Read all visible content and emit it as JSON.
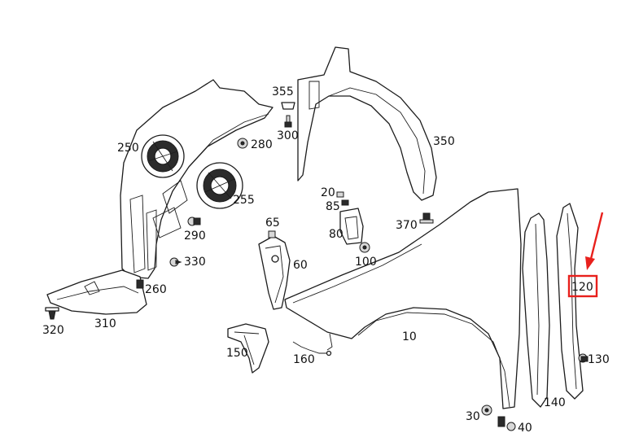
{
  "colors": {
    "highlight": "#e8201c",
    "line": "#1c1c1c"
  },
  "callouts": [
    {
      "id": "p10",
      "text": "10"
    },
    {
      "id": "p20",
      "text": "20"
    },
    {
      "id": "p30",
      "text": "30"
    },
    {
      "id": "p40",
      "text": "40"
    },
    {
      "id": "p60",
      "text": "60"
    },
    {
      "id": "p65",
      "text": "65"
    },
    {
      "id": "p80",
      "text": "80"
    },
    {
      "id": "p85",
      "text": "85"
    },
    {
      "id": "p100",
      "text": "100"
    },
    {
      "id": "p120",
      "text": "120"
    },
    {
      "id": "p130",
      "text": "130"
    },
    {
      "id": "p140",
      "text": "140"
    },
    {
      "id": "p150",
      "text": "150"
    },
    {
      "id": "p160",
      "text": "160"
    },
    {
      "id": "p250",
      "text": "250"
    },
    {
      "id": "p255",
      "text": "255"
    },
    {
      "id": "p260",
      "text": "260"
    },
    {
      "id": "p280",
      "text": "280"
    },
    {
      "id": "p290",
      "text": "290"
    },
    {
      "id": "p300",
      "text": "300"
    },
    {
      "id": "p310",
      "text": "310"
    },
    {
      "id": "p320",
      "text": "320"
    },
    {
      "id": "p330",
      "text": "330"
    },
    {
      "id": "p350",
      "text": "350"
    },
    {
      "id": "p355",
      "text": "355"
    },
    {
      "id": "p370",
      "text": "370"
    }
  ]
}
